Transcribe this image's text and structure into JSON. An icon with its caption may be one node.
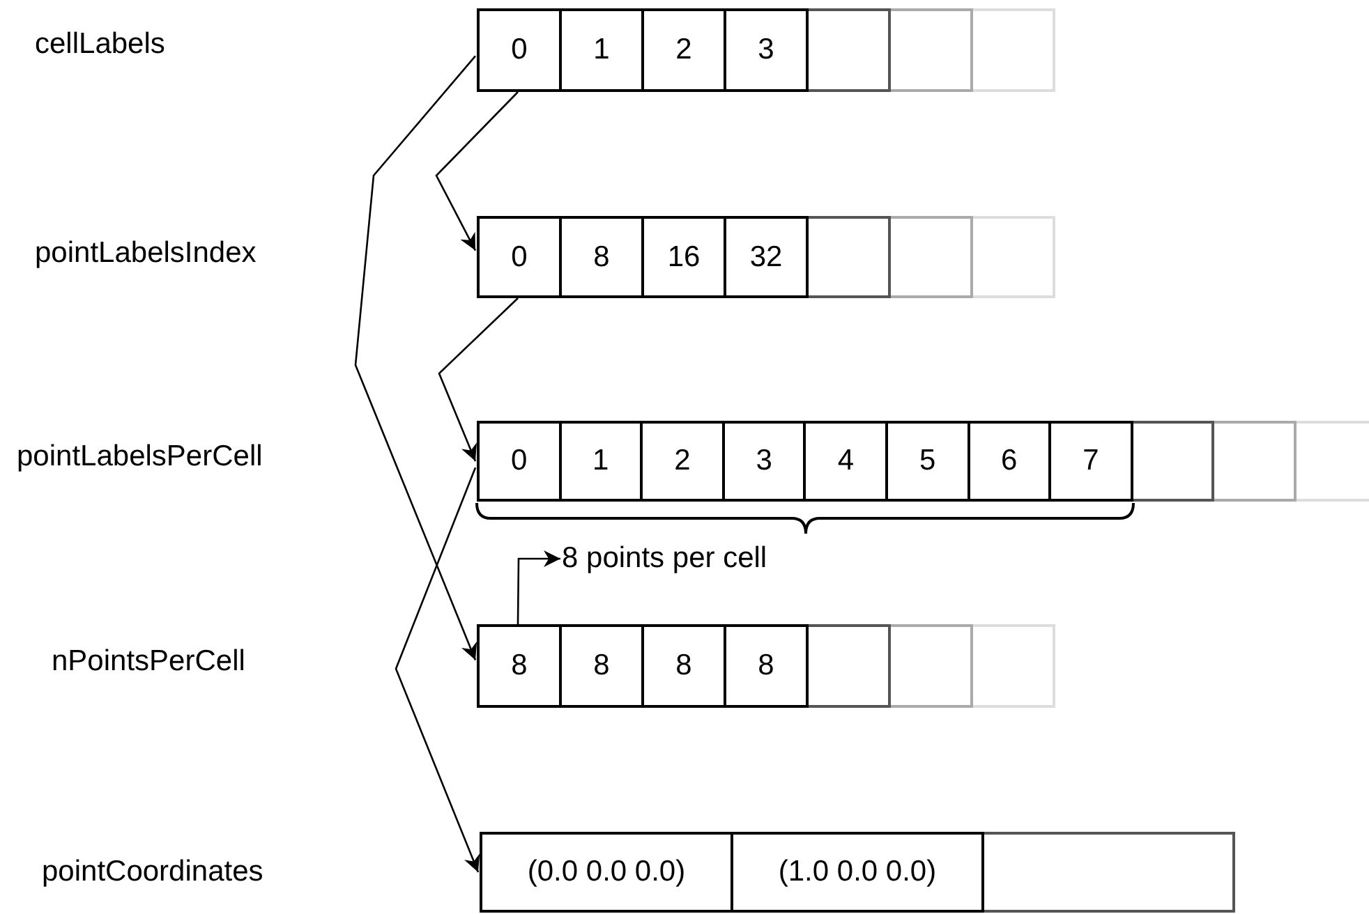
{
  "diagram": {
    "nodes": [
      {
        "text": [
          "0"
        ]
      },
      {
        "text": [
          "1"
        ]
      },
      {
        "text": [
          "2"
        ]
      },
      {
        "text": [
          "3"
        ]
      },
      {
        "text": [],
        "shape": "box"
      },
      {
        "text": [],
        "shape": "box"
      },
      {
        "text": [],
        "shape": "box"
      },
      {
        "text": [
          "0"
        ]
      },
      {
        "text": [
          "8"
        ]
      },
      {
        "text": [
          "16"
        ]
      },
      {
        "text": [
          "32"
        ]
      },
      {
        "text": [],
        "shape": "box"
      },
      {
        "text": [],
        "shape": "box"
      },
      {
        "text": [],
        "shape": "box"
      },
      {
        "text": [
          "0"
        ]
      },
      {
        "text": [
          "1"
        ]
      },
      {
        "text": [
          "2"
        ]
      },
      {
        "text": [
          "3"
        ]
      },
      {
        "text": [
          "4"
        ]
      },
      {
        "text": [
          "5"
        ]
      },
      {
        "text": [
          "6"
        ]
      },
      {
        "text": [
          "7"
        ]
      },
      {
        "text": [],
        "shape": "box"
      },
      {
        "text": [],
        "shape": "box"
      },
      {
        "text": [],
        "shape": "box"
      },
      {
        "text": [
          "8 points per cell"
        ]
      },
      {
        "text": [
          "8"
        ]
      },
      {
        "text": [
          "8"
        ]
      },
      {
        "text": [
          "8"
        ]
      },
      {
        "text": [
          "8"
        ]
      },
      {
        "text": [],
        "shape": "box"
      },
      {
        "text": [],
        "shape": "box"
      },
      {
        "text": [],
        "shape": "box"
      },
      {
        "text": [
          "(0.0 0.0 0.0)"
        ]
      },
      {
        "text": [
          "(1.0 0.0 0.0)"
        ]
      },
      {
        "text": [],
        "shape": "box"
      }
    ],
    "edges": [
      {
        "from": 0,
        "to": 26,
        "arrow": "to"
      },
      {
        "from": 0,
        "to": 7,
        "arrow": "to"
      },
      {
        "from": 7,
        "to": 14,
        "arrow": "to"
      },
      {
        "from": 14,
        "to": 33,
        "arrow": "to"
      },
      {
        "from": 26,
        "to": 25,
        "arrow": "to"
      }
    ],
    "labels": [
      "cellLabels",
      "pointLabelsIndex",
      "pointLabelsPerCell",
      "nPointsPerCell",
      "pointCoordinates"
    ]
  }
}
